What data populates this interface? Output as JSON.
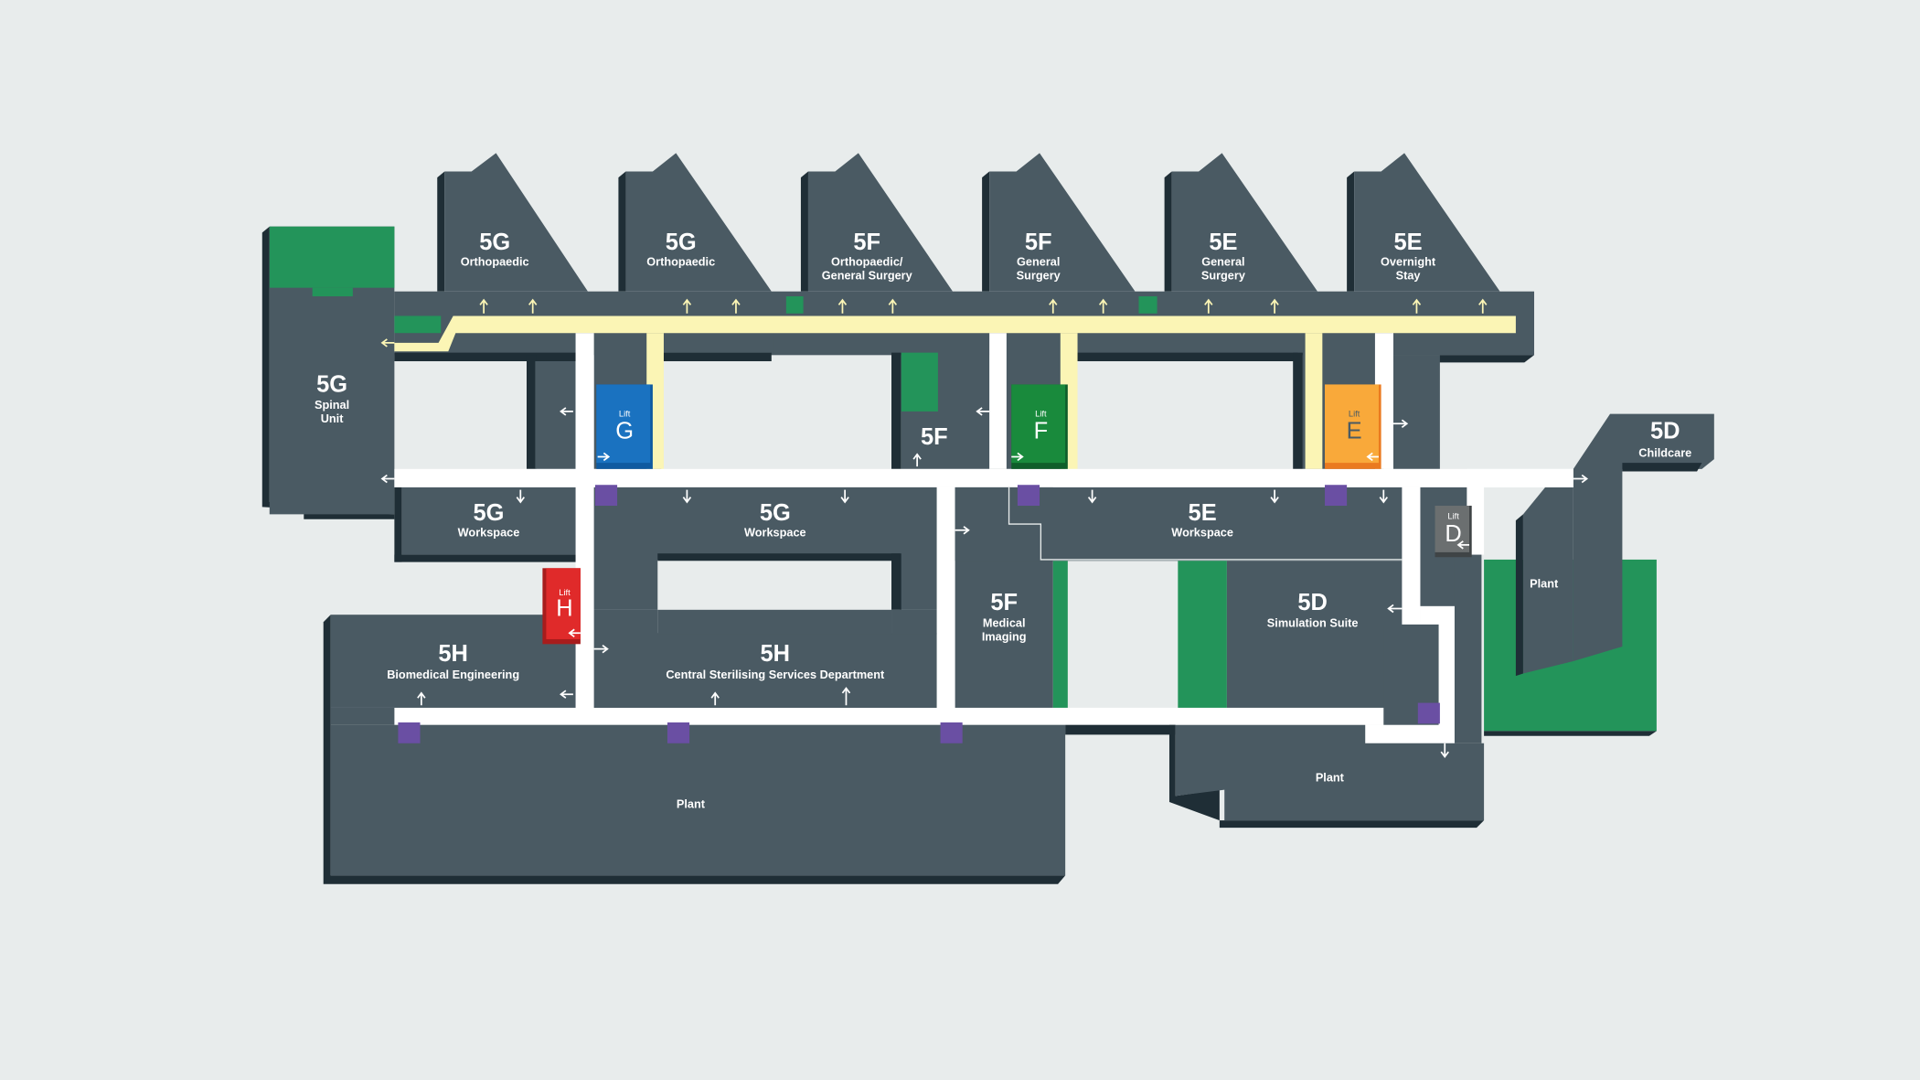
{
  "colors": {
    "background": "#e8ecec",
    "building": "#4a5a63",
    "shadow": "#1f2e36",
    "corridor": "#ffffff",
    "public_corridor": "#fbf5b5",
    "garden": "#23945a",
    "stairs": "#6a4fa3",
    "lift_g": "#1a72c0",
    "lift_f": "#198a3c",
    "lift_e": "#f9a93a",
    "lift_h": "#e02a2a",
    "lift_d": "#6b6f70"
  },
  "wards": [
    {
      "code": "5G",
      "line1": "Orthopaedic",
      "line2": ""
    },
    {
      "code": "5G",
      "line1": "Orthopaedic",
      "line2": ""
    },
    {
      "code": "5F",
      "line1": "Orthopaedic/",
      "line2": "General Surgery"
    },
    {
      "code": "5F",
      "line1": "General",
      "line2": "Surgery"
    },
    {
      "code": "5E",
      "line1": "General",
      "line2": "Surgery"
    },
    {
      "code": "5E",
      "line1": "Overnight",
      "line2": "Stay"
    }
  ],
  "areas": {
    "spinal": {
      "code": "5G",
      "line1": "Spinal",
      "line2": "Unit"
    },
    "ws_5g_small": {
      "code": "5G",
      "line1": "Workspace"
    },
    "ws_5g_big": {
      "code": "5G",
      "line1": "Workspace"
    },
    "mid_5f": {
      "code": "5F"
    },
    "ws_5e": {
      "code": "5E",
      "line1": "Workspace"
    },
    "imaging": {
      "code": "5F",
      "line1": "Medical",
      "line2": "Imaging"
    },
    "sim": {
      "code": "5D",
      "line1": "Simulation Suite"
    },
    "childcare": {
      "code": "5D",
      "line1": "Childcare"
    },
    "biomed": {
      "code": "5H",
      "line1": "Biomedical Engineering"
    },
    "cssd": {
      "code": "5H",
      "line1": "Central Sterilising Services Department"
    },
    "plant_bottom": {
      "line1": "Plant"
    },
    "plant_right": {
      "line1": "Plant"
    },
    "plant_far": {
      "line1": "Plant"
    }
  },
  "lifts": {
    "label": "Lift",
    "g": "G",
    "f": "F",
    "e": "E",
    "h": "H",
    "d": "D"
  }
}
